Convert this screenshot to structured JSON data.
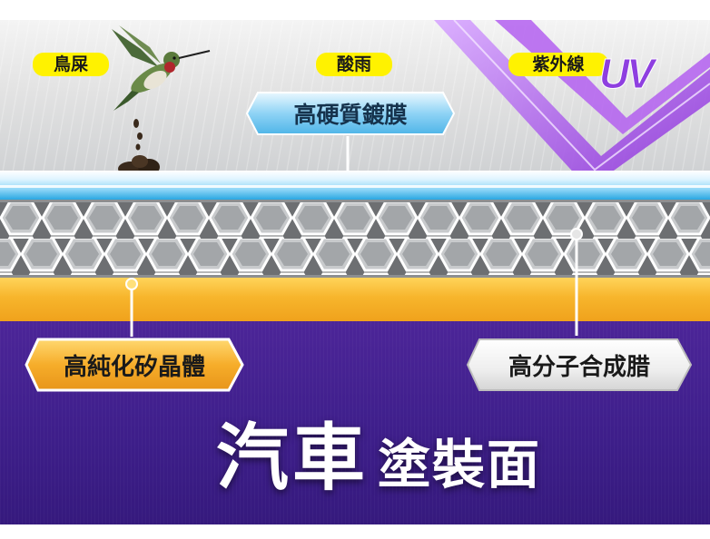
{
  "labels": {
    "bird_droppings": "鳥屎",
    "acid_rain": "酸雨",
    "ultraviolet": "紫外線",
    "uv_mark": "UV",
    "hard_coating": "高硬質鍍膜",
    "silicon_crystal": "高純化矽晶體",
    "polymer_wax": "高分子合成腊"
  },
  "title": {
    "main": "汽車",
    "sub": "塗裝面"
  },
  "layers": [
    "高硬質鍍膜",
    "高純化矽晶體",
    "高分子合成腊",
    "汽車塗裝面"
  ],
  "colors": {
    "tag_yellow": "#fff200",
    "coating_blue": "#8fd6f7",
    "silicon_orange": "#f0a21c",
    "paint_purple": "#3f1f8c",
    "uv_purple": "#9a45e6"
  }
}
